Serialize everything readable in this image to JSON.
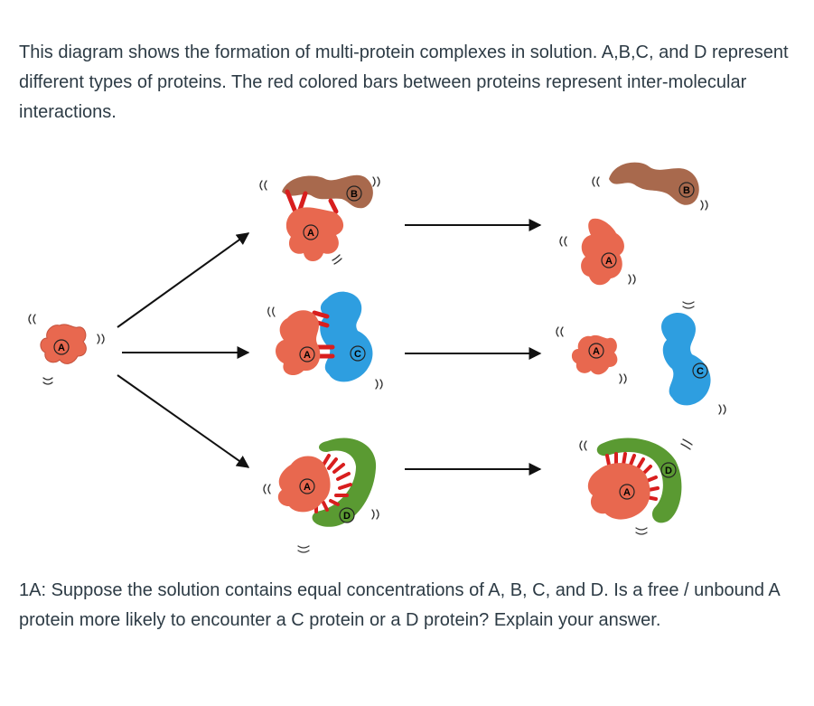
{
  "intro": "This diagram shows the formation of multi-protein complexes in solution. A,B,C, and D represent different types of proteins. The red colored bars between proteins represent inter-molecular interactions.",
  "question": "1A: Suppose the solution contains equal concentrations of A, B, C, and D. Is a free / unbound A protein more likely to encounter a C protein or a D protein? Explain your answer.",
  "labels": {
    "a": "A",
    "b": "B",
    "c": "C",
    "d": "D"
  },
  "colors": {
    "A": "#e8684f",
    "B": "#a8694d",
    "C": "#2e9ee0",
    "D": "#5a9a32",
    "bond": "#d81e1e"
  }
}
